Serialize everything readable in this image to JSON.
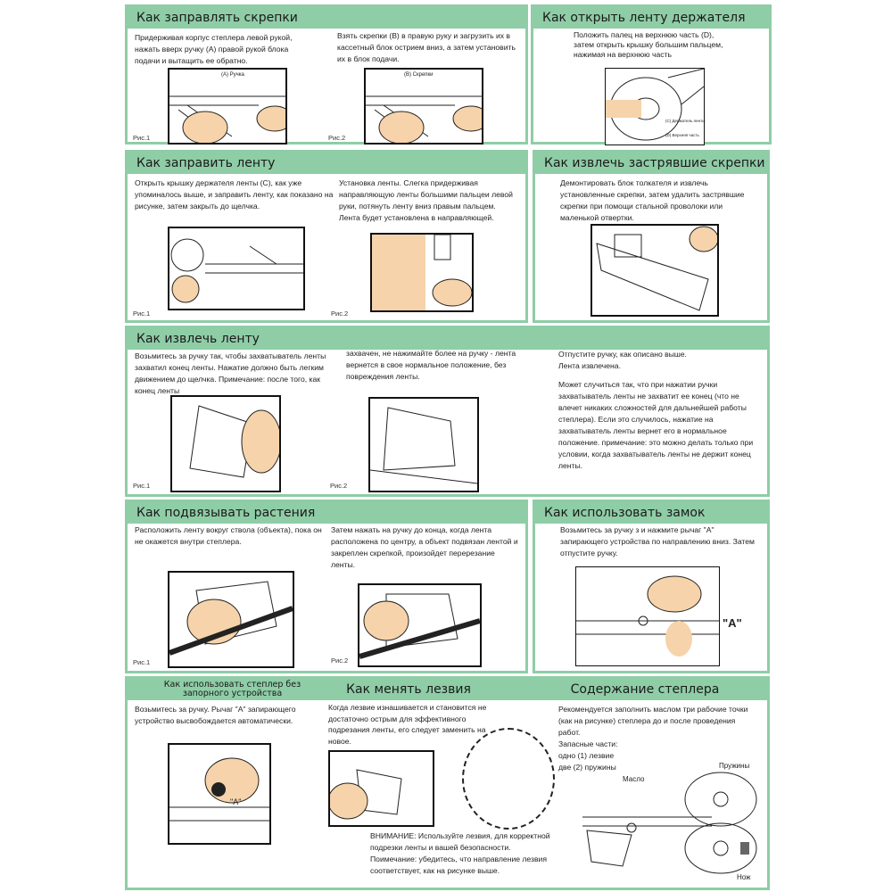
{
  "s1": {
    "title": "Как заправлять скрепки",
    "text1": "Придерживая корпус степлера левой рукой, нажать вверх ручку (A) правой рукой блока подачи и вытащить ее обратно.",
    "text2": "Взять скрепки (B) в правую руку и загрузить их в кассетный блок острием вниз, а затем установить их в блок подачи.",
    "label_a": "(A) Ручка",
    "label_b": "(B) Скрепки",
    "fig1": "Рис.1",
    "fig2": "Рис.2"
  },
  "s2": {
    "title": "Как открыть ленту держателя",
    "text": "Положить палец на верхнюю часть (D), затем открыть крышку большим пальцем, нажимая на верхнюю часть",
    "label_c": "(C) Держатель ленты",
    "label_d": "(D) Верхняя часть"
  },
  "s3": {
    "title": "Как заправить ленту",
    "text1": "Открыть крышку держателя ленты (C), как уже упоминалось выше, и заправить ленту, как показано на рисунке, затем закрыть до щелчка.",
    "text2": "Установка ленты. Слегка придерживая направляющую ленты большими пальцеи левой руки, потянуть ленту вниз правым пальцем. Лента будет установлена в направляющей.",
    "fig1": "Рис.1",
    "fig2": "Рис.2"
  },
  "s4": {
    "title": "Как извлечь застрявшие скрепки",
    "text": "Демонтировать блок толкателя и извлечь установленные скрепки, затем удалить застрявшие скрепки при помощи стальной проволоки или маленькой отвертки."
  },
  "s5": {
    "title": "Как извлечь ленту",
    "text1": "Возьмитесь за ручку так, чтобы захватыватель ленты захватил конец ленты. Нажатие должно быть легким движением до щелчка. Примечание: после того, как конец ленты",
    "text2": "захвачен, не нажимайте более на ручку - лента вернется в свое нормальное положение, без повреждения ленты.",
    "text3": "Отпустите ручку, как описано выше. Лента извлечена.",
    "text4": "Может случиться так, что при нажатии ручки захватыватель ленты не захватит ее конец (что не влечет никаких сложностей для дальнейшей работы степлера). Если это случилось, нажатие на захватыватель ленты вернет его в нормальное положение. примечание: это можно делать только при условии, когда захватыватель ленты не держит конец ленты.",
    "fig1": "Рис.1",
    "fig2": "Рис.2"
  },
  "s6": {
    "title": "Как подвязывать растения",
    "text1": "Расположить ленту вокруг ствола (объекта), пока он не окажется внутри степлера.",
    "text2": "Затем нажать на ручку до конца, когда лента расположена по центру, а объект подвязан лентой и закреплен скрепкой, произойдет перерезание ленты.",
    "fig1": "Рис.1",
    "fig2": "Рис.2"
  },
  "s7": {
    "title": "Как использовать замок",
    "text": "Возьмитесь за ручку з и нажмите рычаг \"A\" запирающего устройства по направлению вниз. Затем отпустите ручку.",
    "label_a": "\"A\""
  },
  "s8": {
    "title": "Как использовать степлер без запорного устройства",
    "text": "Возьмитесь за ручку. Рычаг \"A\" запирающего устройство высвобождается автоматически.",
    "label_a": "\"A\""
  },
  "s9": {
    "title": "Как менять лезвия",
    "text": "Когда лезвие изнашивается и становится не достаточно острым для эффективного подрезания ленты, его следует заменить на новое.",
    "warning": "ВНИМАНИЕ: Используйте лезвия, для корректной подрезки ленты и вашей безопасности. Поимечание: убедитесь, что направление лезвия соответствует, как на рисунке выше."
  },
  "s10": {
    "title": "Содержание степлера",
    "text": "Рекомендуется заполнить маслом три рабочие точки (как на рисунке) степлера до и после проведения работ.",
    "spares_title": "Запасные части:",
    "spare1": "одно (1) лезвие",
    "spare2": "две (2) пружины",
    "label_oil": "Масло",
    "label_spring": "Пружины",
    "label_knife": "Нож"
  },
  "colors": {
    "accent": "#8fcda6"
  }
}
